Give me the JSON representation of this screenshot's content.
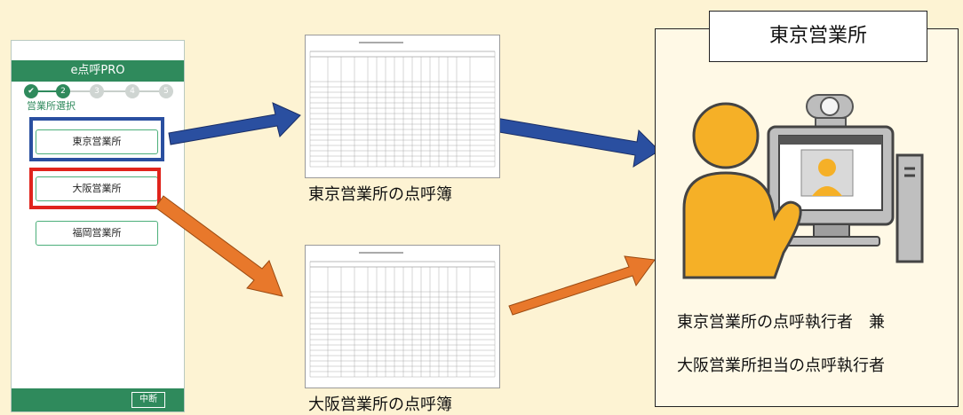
{
  "app": {
    "title": "e点呼PRO",
    "steps": [
      {
        "label": "✔",
        "state": "done"
      },
      {
        "label": "2",
        "state": "current"
      },
      {
        "label": "3",
        "state": "todo"
      },
      {
        "label": "4",
        "state": "todo"
      },
      {
        "label": "5",
        "state": "todo"
      }
    ],
    "section_title": "営業所選択",
    "offices": [
      "東京営業所",
      "大阪営業所",
      "福岡営業所"
    ],
    "cancel_label": "中断"
  },
  "documents": {
    "tokyo_caption": "東京営業所の点呼簿",
    "osaka_caption": "大阪営業所の点呼簿"
  },
  "panel": {
    "title": "東京営業所",
    "role_line1": "東京営業所の点呼執行者　兼",
    "role_line2": "大阪営業所担当の点呼執行者"
  },
  "colors": {
    "brand_green": "#2f8a5c",
    "blue_arrow": "#2a4fa0",
    "orange_arrow": "#e8782b",
    "highlight_red": "#e0241c",
    "person": "#f5b027",
    "background": "#fdf3d3"
  }
}
